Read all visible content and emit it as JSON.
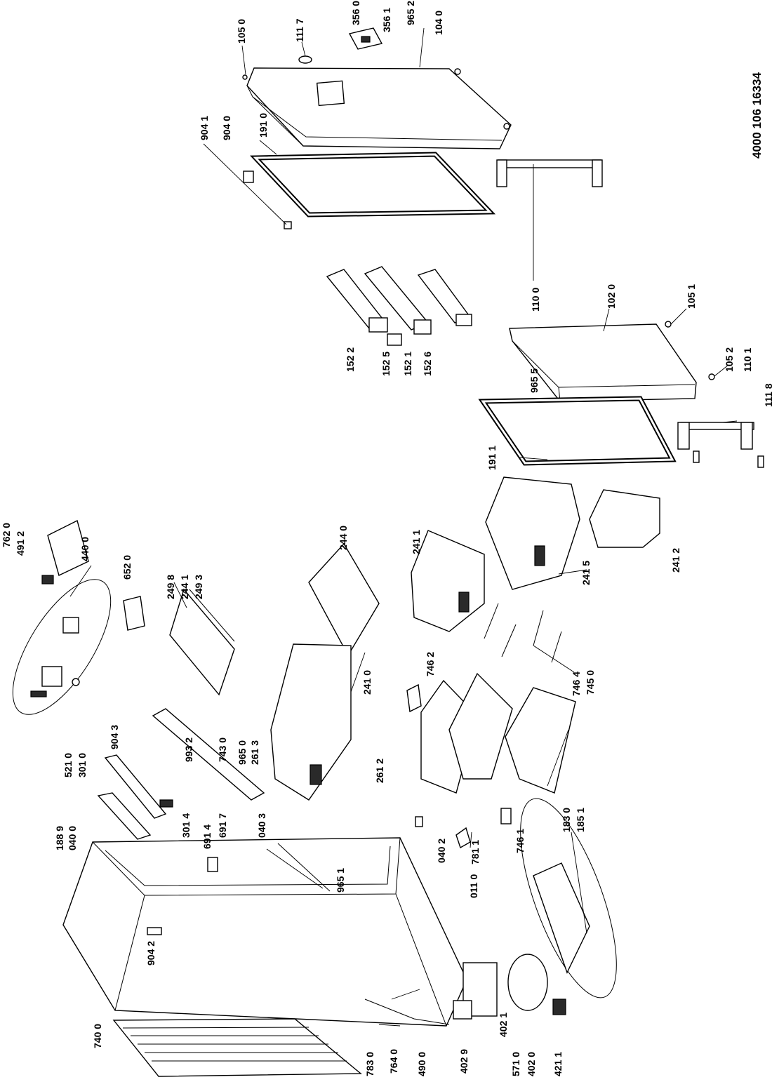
{
  "document": {
    "number": "4000 106 16334"
  },
  "callouts": {
    "c105_0": "105 0",
    "c111_7": "111 7",
    "c356_0": "356 0",
    "c356_1": "356 1",
    "c965_2": "965 2",
    "c104_0": "104 0",
    "c904_1": "904 1",
    "c904_0": "904 0",
    "c191_0": "191 0",
    "c762_0": "762 0",
    "c491_2": "491 2",
    "c440_0": "440 0",
    "c652_0": "652 0",
    "c249_8": "249 8",
    "c244_1": "244 1",
    "c249_3": "249 3",
    "c244_0": "244 0",
    "c152_2": "152 2",
    "c152_5": "152 5",
    "c152_1": "152 1",
    "c152_6": "152 6",
    "c110_0": "110 0",
    "c102_0": "102 0",
    "c105_1": "105 1",
    "c965_5": "965 5",
    "c105_2": "105 2",
    "c110_1": "110 1",
    "c111_8": "111 8",
    "c191_1": "191 1",
    "c241_1": "241 1",
    "c241_5": "241 5",
    "c241_2": "241 2",
    "c904_3": "904 3",
    "c521_0": "521 0",
    "c301_0": "301 0",
    "c993_2": "993 2",
    "c743_0": "743 0",
    "c965_0": "965 0",
    "c261_3": "261 3",
    "c241_0": "241 0",
    "c746_2": "746 2",
    "c746_4": "746 4",
    "c745_0": "745 0",
    "c188_9": "188 9",
    "c040_0": "040 0",
    "c301_4": "301 4",
    "c691_4": "691 4",
    "c691_7": "691 7",
    "c040_3": "040 3",
    "c261_2": "261 2",
    "c040_2": "040 2",
    "c781_1": "781 1",
    "c746_1": "746 1",
    "c965_1": "965 1",
    "c011_0": "011 0",
    "c183_0": "183 0",
    "c185_1": "185 1",
    "c904_2": "904 2",
    "c740_0": "740 0",
    "c783_0": "783 0",
    "c764_0": "764 0",
    "c490_0": "490 0",
    "c402_9": "402 9",
    "c402_1": "402 1",
    "c571_0": "571 0",
    "c402_0": "402 0",
    "c421_1": "421 1"
  }
}
